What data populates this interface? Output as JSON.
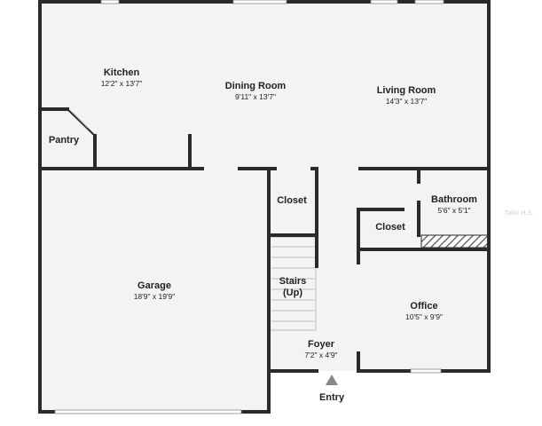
{
  "rooms": {
    "kitchen": {
      "name": "Kitchen",
      "dims": "12'2\" x 13'7\""
    },
    "dining_room": {
      "name": "Dining Room",
      "dims": "9'11\" x 13'7\""
    },
    "living_room": {
      "name": "Living Room",
      "dims": "14'3\" x 13'7\""
    },
    "pantry": {
      "name": "Pantry"
    },
    "garage": {
      "name": "Garage",
      "dims": "18'9\" x 19'9\""
    },
    "closet_center": {
      "name": "Closet"
    },
    "stairs": {
      "name": "Stairs",
      "note": "(Up)"
    },
    "bathroom": {
      "name": "Bathroom",
      "dims": "5'6\" x 5'1\""
    },
    "closet_right": {
      "name": "Closet"
    },
    "office": {
      "name": "Office",
      "dims": "10'5\" x 9'9\""
    },
    "foyer": {
      "name": "Foyer",
      "dims": "7'2\" x 4'9\""
    }
  },
  "entry": {
    "label": "Entry"
  },
  "watermark": {
    "text": "Tailor H.S."
  },
  "colors": {
    "wall": "#2a2a2a",
    "floor": "#f3f3f3",
    "stair_line": "#bdbdbd",
    "hatch": "#555555",
    "window": "#ffffff",
    "arrow": "#888888"
  }
}
